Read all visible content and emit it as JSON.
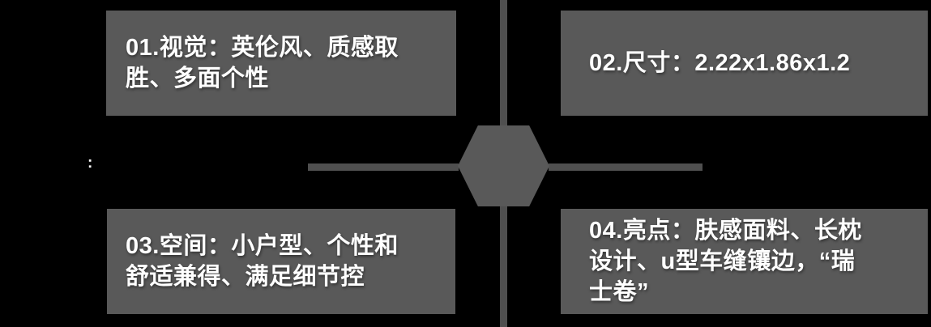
{
  "diagram": {
    "type": "center-hexagon-with-four-callouts",
    "background_color": "#000000",
    "box_fill_color": "#595959",
    "line_color": "#4f4f4f",
    "text_color": "#ffffff",
    "stray_label": ":",
    "boxes": [
      {
        "id": "01",
        "text": "01.视觉：英伦风、质感取\n胜、多面个性"
      },
      {
        "id": "02",
        "text": "02.尺寸：2.22x1.86x1.2"
      },
      {
        "id": "03",
        "text": "03.空间：小户型、个性和\n舒适兼得、满足细节控"
      },
      {
        "id": "04",
        "text": "04.亮点：肤感面料、长枕\n设计、u型车缝镶边，“瑞\n士卷”"
      }
    ]
  }
}
